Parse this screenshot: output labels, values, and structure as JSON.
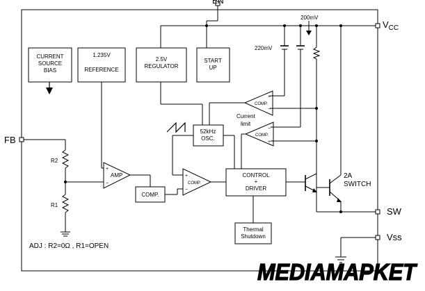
{
  "pins": {
    "en": "EN",
    "vcc_main": "V",
    "vcc_sub": "CC",
    "fb": "FB",
    "sw": "SW",
    "vss": "Vss"
  },
  "blocks": {
    "current_source": [
      "CURRENT",
      "SOURCE",
      "BIAS"
    ],
    "reference": [
      "1.235V",
      "REFERENCE"
    ],
    "regulator": [
      "2.5V",
      "REGULATOR"
    ],
    "startup": [
      "START",
      "UP"
    ],
    "comp_block": "COMP.",
    "osc": [
      "52kHz",
      "OSC."
    ],
    "control": [
      "CONTROL",
      "+",
      "DRIVER"
    ],
    "thermal": [
      "Thermal",
      "Shutdown"
    ]
  },
  "amplifiers": {
    "amp": "AMP",
    "comp_pwm": "COMP.",
    "comp_upper": "COMP.",
    "comp_lower": "COMP."
  },
  "labels": {
    "v200": "200mV",
    "v220": "220mV",
    "current_limit": [
      "Current",
      "limit"
    ],
    "r2": "R2",
    "r1": "R1",
    "switch": [
      "2A",
      "SWITCH"
    ],
    "adj_note": "ADJ : R2=0Ω , R1=OPEN",
    "plus": "+",
    "minus": "−"
  },
  "watermark": "MEDIAMAPKET"
}
